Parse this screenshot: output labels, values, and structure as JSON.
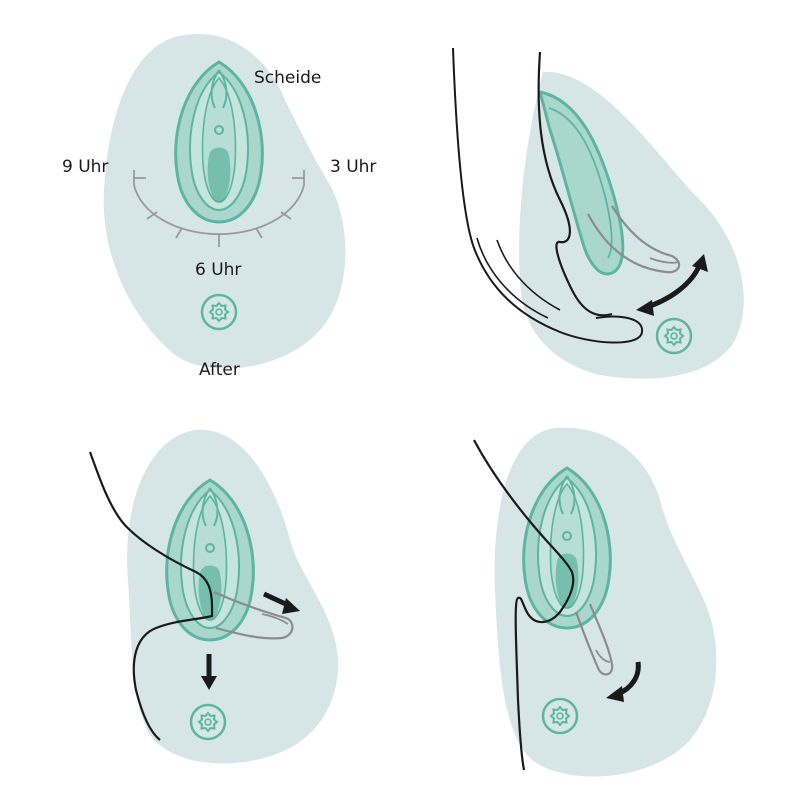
{
  "labels": {
    "vagina": "Scheide",
    "nine_oclock": "9 Uhr",
    "three_oclock": "3 Uhr",
    "six_oclock": "6 Uhr",
    "anus": "After"
  },
  "colors": {
    "skin_bg": "#d6e6e7",
    "teal_outline": "#5bb5a2",
    "teal_fill": "#a9d7cb",
    "teal_dark": "#4ba893",
    "hand_line": "#1a1a1a",
    "finger_line": "#8c8c8c",
    "arrow": "#1a1a1a",
    "clock_arc": "#9a9a9a"
  },
  "panels": [
    {
      "name": "overview-clock-diagram"
    },
    {
      "name": "step-finger-insert-sweep"
    },
    {
      "name": "step-finger-press-down"
    },
    {
      "name": "step-finger-hook-sweep"
    }
  ]
}
